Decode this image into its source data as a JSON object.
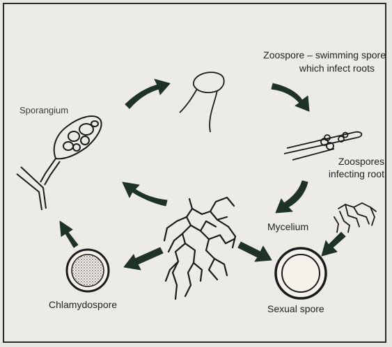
{
  "labels": {
    "zoospore_line1": "Zoospore – swimming spore",
    "zoospore_line2": "which infect roots",
    "sporangium": "Sporangium",
    "infecting_line1": "Zoospores",
    "infecting_line2": "infecting root",
    "mycelium": "Mycelium",
    "chlamydospore": "Chlamydospore",
    "sexual_spore": "Sexual spore"
  },
  "colors": {
    "arrow_fill": "#1e3326",
    "ink": "#1a1a1a",
    "background": "#ecebe6"
  }
}
